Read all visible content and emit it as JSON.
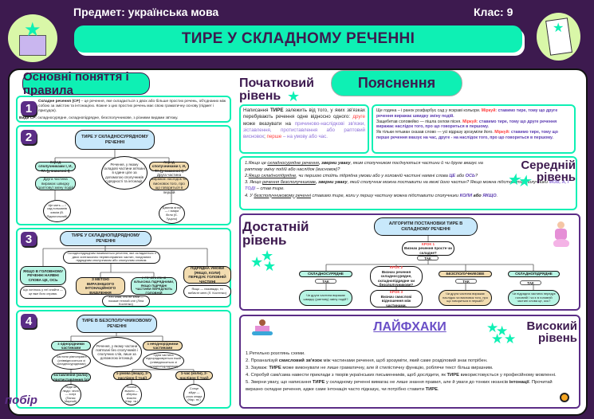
{
  "header": {
    "subject": "Предмет: українська мова",
    "grade": "Клас:  9",
    "title": "ТИРЕ У СКЛАДНОМУ РЕЧЕННІ"
  },
  "left": {
    "heading": "Основні поняття і правила",
    "s1": {
      "num": "1",
      "term": "Складне речення (СР)",
      "def": " – це речення, яке складається з двох або більше простих речень, об'єднаних між собою за змістом та інтонацією. Кожне з цих простих речень має свою граматичну основу (підмет і присудок).",
      "kinds_label": "Види СР:",
      "kinds": " складносурядне, складнопідрядне, безсполучникове, з різними видами зв'язку."
    },
    "s2": {
      "num": "2",
      "title": "ТИРЕ У СКЛАДНОСУРЯДНОМУ РЕЧЕННІ",
      "center": "Речення, у якому складові частини зв'язані в єдине ціле за допомогою сполучників сурядності та інтонації.",
      "left_label": "перед сполучниками І, И, ТА (у значенні І)",
      "left_desc": "Друга частина виражає швидку (раптову) зміну подій",
      "left_ex": "Ще мить — і сад потьмянів зовсім (В. Підмогильний)",
      "right_label": "перед сполучниками І, И, ТА (у значенні І)",
      "right_desc": "Друга частина виражає наслідок чи висновок того, про що говориться в першій",
      "right_ex": "Дзвенів вітер — і хмари бігли (Є. Гуцало)"
    },
    "s3": {
      "num": "3",
      "title": "ТИРЕ У СКЛАДНОПІДРЯДНОМУ РЕЧЕННІ",
      "def": "Складнопідрядним називається речення, яке складається з двох синтаксично нерівноправних частин, поєднаних підрядним сполучником або сполучним словом.",
      "n1": "ЯКЩО В ГОЛОВНОМУ РЕЧЕННІ НАЯВНІ СЛОВА ЦЕ, ОСЬ",
      "n1_ex": "Що хотілось у неї знайти — це вже його справа.",
      "n2": "З МЕТОЮ ВИРАЗНІШОГО ІНТОНАЦІЙНОГО ВИДІЛЕННЯ",
      "n3": "У РЕЧЕННЯХ ІЗ КІЛЬКОМА ПІДРЯДНИМИ, ЯКЩО ПІДРЯДНІ ЧАСТИНИ ПЕРЕДУЮТЬ ГОЛОВНІЙ",
      "n4": "ПІДРЯДНА УМОВИ (ЯКЩО, КОЛИ) ПЕРЕДУЄ ГОЛОВНІЙ ЧАСТИНІ",
      "n4_ex": "Якщо — назавжди, то вибачте мені (Л. Костенко)",
      "ex": "Хто злий, хто не злий — покаже теплий сніг (Ліна Костенко)"
    },
    "s4": {
      "num": "4",
      "title": "ТИРЕ В БЕЗСПОЛУЧНИКОВОМУ РЕЧЕННІ",
      "center": "Речення, у якому частини пов'язані без сполучників і сполучних слів, лише за допомогою інтонації.",
      "left_label": "з однорідними частинами",
      "left_desc": "Частини рівноправні (співвідносяться зі складносурядними)",
      "left_sub": "зіставлення (коли), протиставлення (а)",
      "right_label": "з неоднорідними частинами",
      "right_desc": "Одна частина підпорядковується іншій (співвідноситься зі складнопідрядними)",
      "sub2": "1-умова (якщо), 2-наслідок (і тоді)",
      "sub3": "1-час (коли), 2-наслідок (і тоді)",
      "ex1": "Люди як люди: чесні — хитрі (Панас Мирний)",
      "ex2": "Посієш вчасно — збереш вчасно (Нар. тв.)",
      "ex3": "Сонце зійде — роса опаде (Нар. тв.)"
    },
    "logo": "побір"
  },
  "right": {
    "pill": "Пояснення",
    "basic": {
      "level": "Початковий рівень",
      "p1": "Написання ",
      "p1b": "ТИРЕ",
      "p2": " залежить від того, у яких зв'язках перебувають речення одне відносно одного: ",
      "p3": "друге",
      "p4": " може вказувати на ",
      "p5": "причиново-наслідкові зв'язки, зіставлення, протиставлення або раптовий висновок",
      "p6": "; ",
      "p7": "перше",
      "p8": " – на умову або час.",
      "examples": [
        {
          "s": "Ще година – і ранок розфарбує сад у яскраві кольори. ",
          "m": "Міркуй:",
          "e": " ставимо тире, тому що друге речення виражає швидку зміну подій."
        },
        {
          "s": "Защебетав соловейко — пішла селом пісня. ",
          "m": "Міркуй:",
          "e": " ставимо тире, тому що друге речення виражає наслідок того, про що говориться в першому."
        },
        {
          "s": "Як тільки гетьман сказав слово — усі відразу зрозуміли його. ",
          "m": "Міркуй:",
          "e": " ставимо тире, тому що перше речення вказує на час, друге - на наслідок того, про що говориться в першому."
        }
      ]
    },
    "middle": {
      "level": "Середній рівень",
      "i1": "1.Якщо це ",
      "i1u": "складносурядне речення",
      "i1b": ", зверни увагу",
      "i1e": ", яким сполучником поєднуються частини й чи друге вказує на раптову зміну подій або наслідок (висновок)?",
      "i2": "2.",
      "i2u": "Якщо складнопідрядне",
      "i2e": ", чи першою стоїть підрядна умови або у головній частині наявні слова ",
      "i2c": "ЦЕ",
      "i2o": " або ",
      "i2d": "ОСЬ",
      "i2q": "?",
      "i3": "3. Якщо ",
      "i3u": "речення безсполучникове",
      "i3b": ", зверни увагу",
      "i3e": ", який сполучник можна поставити на межі його частин? Якщо можна підставити сполучники ",
      "i3c": "МОВ, А, І ТОДІ",
      "i3f": " – став тире.",
      "i4": "4. У ",
      "i4u": "безсполучниковому реченні",
      "i4e": " ставимо тире, коли у першу частину можна підставити сполучники ",
      "i4c": "КОЛИ",
      "i4o": " або ",
      "i4d": "ЯКЩО",
      "i4f": "."
    },
    "sufficient": {
      "level": "Достатній рівень",
      "title": "АЛГОРИТМ ПОСТАНОВКИ ТИРЕ В СКЛАДНОМУ РЕЧЕННІ",
      "step1_label": "КРОК 1",
      "step1": "Визнач речення просте чи складне?",
      "yes": "ТАК",
      "step2_label": "КРОК 2",
      "step2": "Визнач речення складносурядне, складнопідрядне чи безсполучникове?",
      "step3_label": "КРОК 3",
      "step3": "Визнач смислові відношення між частинами.",
      "c1": "СКЛАДНОСУРЯДНЕ",
      "c3": "БЕЗСПОЛУЧНИКОВЕ",
      "c4": "СКЛАДНОПІДРЯДНЕ",
      "q1": "Чи друга частина виражає швидку (раптову) зміну подій?",
      "q3": "Чи друга частина виражає наслідок чи висновок того, про що говориться в першій?",
      "q4": "Чи підрядна частина передує головній / чи є в головній частині слова це, ось?"
    },
    "high": {
      "level": "Високий рівень",
      "title": "ЛАЙФХАКИ",
      "t1": "1.Ретельно розглянь схеми.",
      "t2a": "2. Проаналізуй ",
      "t2b": "смисловий зв'язок",
      "t2c": " між частинами речення, щоб зрозуміти, який саме розділовий знак потрібен.",
      "t3a": "3. Зауваж: ",
      "t3b": "ТИРЕ",
      "t3c": " може виконувати не лише граматичну, але й стилістичну функцію, роблячи текст більш виразним.",
      "t4a": "4. Спробуй сам/сама навести приклади з творів українських письменників, щоб дослідити, як ",
      "t4b": "ТИРЕ",
      "t4c": " використовується у професійному мовленні.",
      "t5a": "5. Зверни увагу, що написання ",
      "t5b": "ТИРЕ",
      "t5c": " у складному реченні вимагає не лише знання правил, але й уваги до тонких нюансів ",
      "t5d": "інтонації",
      "t5e": ". Прочитай виразно складне речення, адже саме інтонація часто підказує, чи потрібно ставити ",
      "t5f": "ТИРЕ",
      "t5g": "."
    }
  },
  "colors": {
    "bg": "#3d1a4f",
    "accent": "#0ef0b4",
    "red": "#ff3b3b",
    "violet": "#8c6fd8"
  }
}
